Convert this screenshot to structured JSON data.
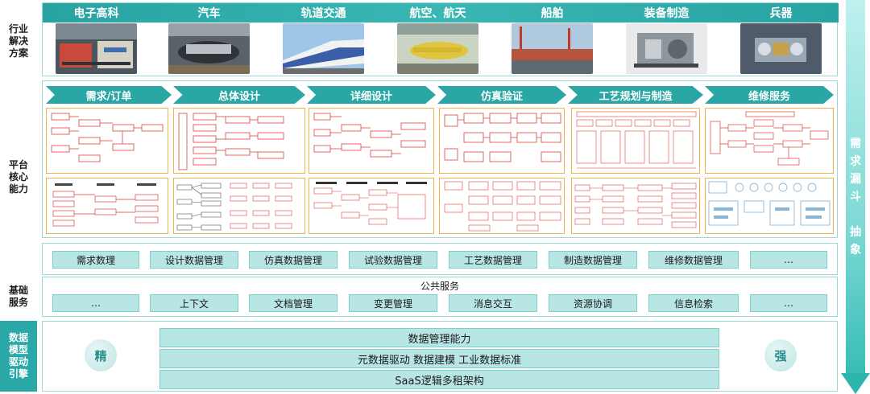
{
  "left_labels": {
    "industry": "行业\n解决\n方案",
    "platform": "平台\n核心\n能力",
    "basic": "基础\n服务",
    "engine": "数据\n模型\n驱动\n引擎"
  },
  "industries": [
    {
      "label": "电子高科",
      "icon": "electronics-factory-photo"
    },
    {
      "label": "汽车",
      "icon": "car-assembly-photo"
    },
    {
      "label": "轨道交通",
      "icon": "high-speed-train-photo"
    },
    {
      "label": "航空、航天",
      "icon": "aircraft-photo"
    },
    {
      "label": "船舶",
      "icon": "shipyard-photo"
    },
    {
      "label": "装备制造",
      "icon": "equipment-photo"
    },
    {
      "label": "兵器",
      "icon": "weapon-machinery-photo"
    }
  ],
  "phases": [
    "需求/订单",
    "总体设计",
    "详细设计",
    "仿真验证",
    "工艺规划与制造",
    "维修服务"
  ],
  "data_management": [
    "需求数理",
    "设计数据管理",
    "仿真数据管理",
    "试验数据管理",
    "工艺数据管理",
    "制造数据管理",
    "维修数据管理",
    "…"
  ],
  "basic_services": {
    "title": "公共服务",
    "items": [
      "…",
      "上下文",
      "文档管理",
      "变更管理",
      "消息交互",
      "资源协调",
      "信息检索",
      "…"
    ]
  },
  "engine": {
    "bars": [
      "数据管理能力",
      "元数据驱动  数据建模  工业数据标准",
      "SaaS逻辑多租架构"
    ],
    "left_circle": "精",
    "right_circle": "强"
  },
  "arrow_label": "需\n求\n漏\n斗\n\n抽\n象",
  "colors": {
    "teal": "#2aa6a4",
    "light_teal": "#b8e6e5",
    "panel_border": "#f2b24a",
    "section_border": "#9ed8d5"
  }
}
